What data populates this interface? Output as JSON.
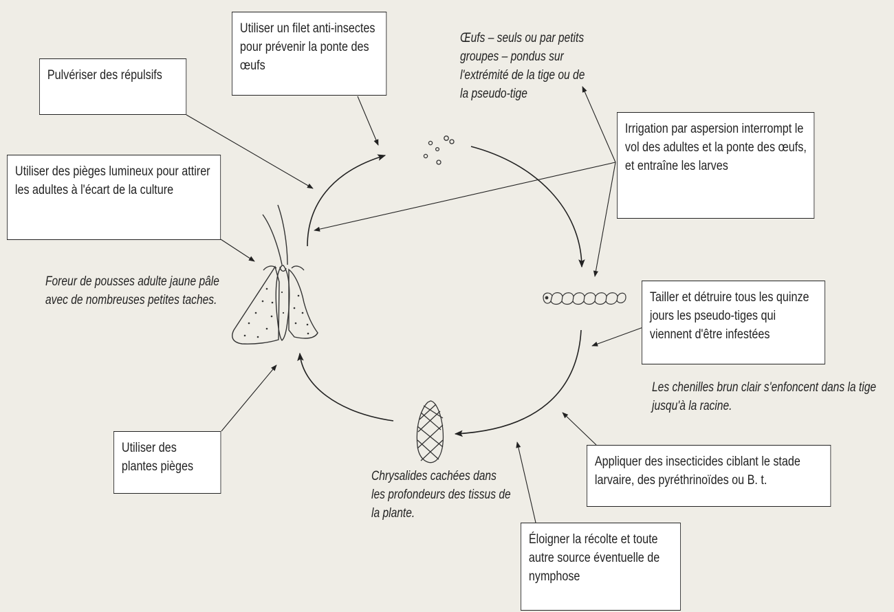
{
  "boxes": {
    "filet": "Utiliser un filet anti-insectes pour prévenir la ponte des œufs",
    "pulveriser": "Pulvériser des répulsifs",
    "pieges_lumineux": "Utiliser des pièges lumineux pour attirer les adultes à l'écart de la culture",
    "irrigation": "Irrigation par aspersion interrompt le vol des adultes et la ponte des œufs, et entraîne les larves",
    "tailler": "Tailler et détruire tous les quinze jours les pseudo-tiges qui viennent d'être infestées",
    "plantes_pieges": "Utiliser des plantes pièges",
    "insecticides": "Appliquer des insecticides ciblant le stade larvaire, des pyréthrinoïdes ou B. t.",
    "eloigner": "Éloigner la récolte et toute autre source éventuelle de nymphose"
  },
  "captions": {
    "oeufs": "Œufs – seuls ou par petits groupes – pondus sur l'extrémité de la tige ou de la pseudo-tige",
    "adulte": "Foreur de pousses adulte jaune pâle avec de nombreuses petites taches.",
    "chenilles": "Les chenilles brun clair s'enfoncent dans la tige jusqu'à la racine.",
    "chrysalides": "Chrysalides cachées dans les profondeurs des tissus de la plante."
  },
  "colors": {
    "background": "#efede6",
    "box_fill": "#ffffff",
    "line": "#222222"
  }
}
